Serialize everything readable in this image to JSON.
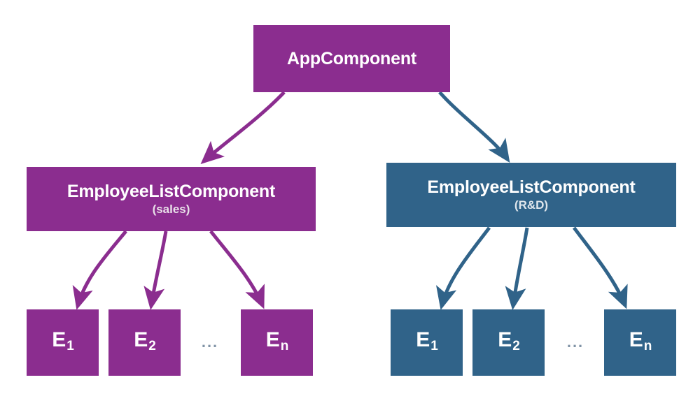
{
  "diagram": {
    "title": "Angular component tree with two EmployeeListComponent instances",
    "background": "#ffffff",
    "colors": {
      "purple": "#8b2d8f",
      "blue": "#306389",
      "text": "#ffffff",
      "subtext_purple": "#e8dfe8",
      "subtext_blue": "#dfe6ec",
      "ellipsis": "#8093a6"
    },
    "root": {
      "label": "AppComponent",
      "color": "#8b2d8f"
    },
    "branches": [
      {
        "id": "sales",
        "label": "EmployeeListComponent",
        "sublabel": "(sales)",
        "color": "#8b2d8f",
        "leaves": [
          {
            "letter": "E",
            "index": "1"
          },
          {
            "letter": "E",
            "index": "2"
          },
          {
            "letter": "E",
            "index": "n"
          }
        ],
        "ellipsis": "..."
      },
      {
        "id": "rnd",
        "label": "EmployeeListComponent",
        "sublabel": "(R&D)",
        "color": "#306389",
        "leaves": [
          {
            "letter": "E",
            "index": "1"
          },
          {
            "letter": "E",
            "index": "2"
          },
          {
            "letter": "E",
            "index": "n"
          }
        ],
        "ellipsis": "..."
      }
    ]
  }
}
